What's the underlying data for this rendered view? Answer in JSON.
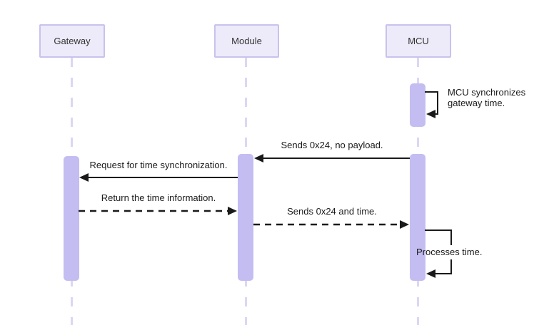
{
  "diagram": {
    "type": "sequence",
    "actors": [
      {
        "id": "gateway",
        "label": "Gateway"
      },
      {
        "id": "module",
        "label": "Module"
      },
      {
        "id": "mcu",
        "label": "MCU"
      }
    ],
    "messages": [
      {
        "from": "mcu",
        "to": "mcu",
        "style": "solid-self",
        "label": "MCU synchronizes gateway time.",
        "lines": [
          "MCU synchronizes",
          "gateway time."
        ]
      },
      {
        "from": "mcu",
        "to": "module",
        "style": "solid",
        "label": "Sends 0x24, no payload."
      },
      {
        "from": "module",
        "to": "gateway",
        "style": "solid",
        "label": "Request for time synchronization."
      },
      {
        "from": "gateway",
        "to": "module",
        "style": "dashed",
        "label": "Return the time information."
      },
      {
        "from": "module",
        "to": "mcu",
        "style": "dashed",
        "label": "Sends 0x24 and time."
      },
      {
        "from": "mcu",
        "to": "mcu",
        "style": "solid-self",
        "label": "Processes time."
      }
    ],
    "colors": {
      "background": "#ffffff",
      "actor_fill": "#edebfa",
      "actor_border": "#c9c2ec",
      "activation_fill": "#c3bdf2",
      "lifeline": "#dcd7f2",
      "arrow": "#1a1a1a",
      "text": "#333333"
    }
  }
}
